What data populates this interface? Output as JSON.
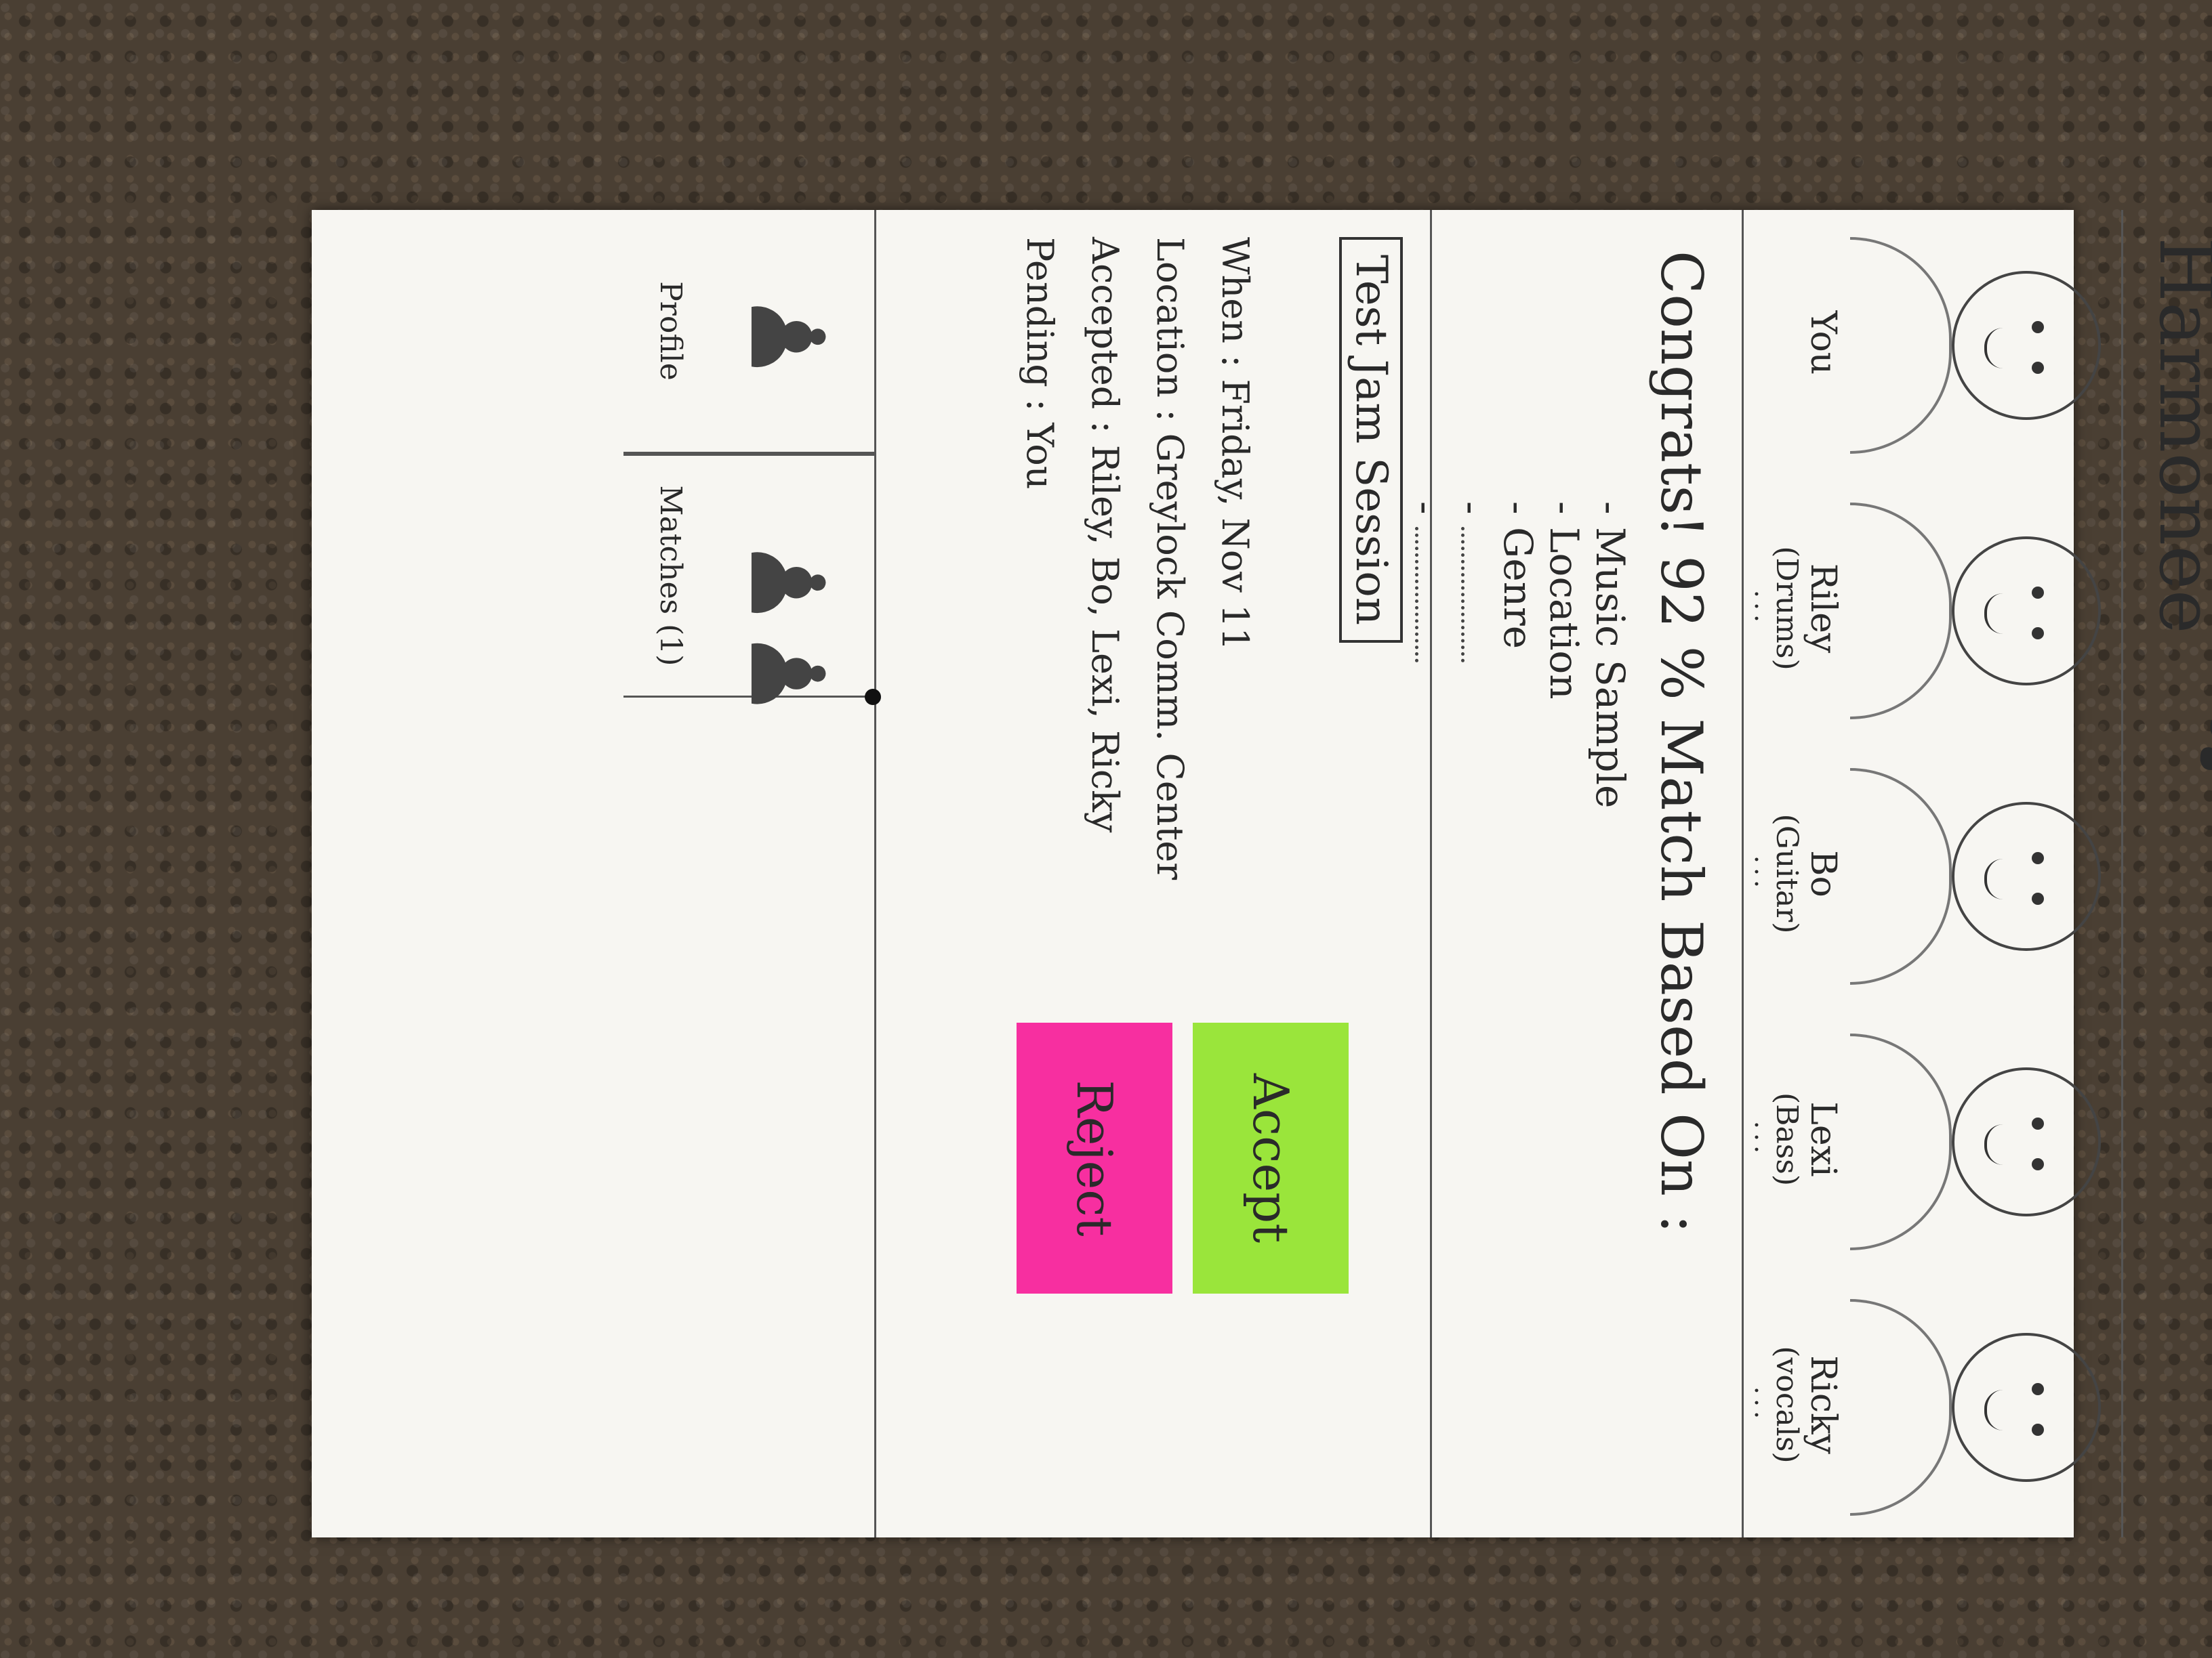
{
  "app": {
    "title": "Harmonee",
    "logo_icon": "music-notes-icon",
    "logo_glyph": "♫"
  },
  "members": [
    {
      "name": "You",
      "role": "",
      "more": ""
    },
    {
      "name": "Riley",
      "role": "(Drums)",
      "more": "..."
    },
    {
      "name": "Bo",
      "role": "(Guitar)",
      "more": "..."
    },
    {
      "name": "Lexi",
      "role": "(Bass)",
      "more": "..."
    },
    {
      "name": "Ricky",
      "role": "(vocals)",
      "more": "..."
    }
  ],
  "match": {
    "headline": "Congrats!  92 %  Match Based On :",
    "criteria": [
      "- Music Sample",
      "- Location",
      "- Genre",
      "-",
      "-"
    ]
  },
  "session": {
    "title": "Test Jam Session",
    "when": "When : Friday, Nov 11",
    "location": "Location : Greylock Comm. Center",
    "accepted": "Accepted : Riley, Bo, Lexi, Ricky",
    "pending": "Pending : You",
    "accept_label": "Accept",
    "reject_label": "Reject",
    "accept_color": "#9ae53b",
    "reject_color": "#f72fa0"
  },
  "nav": {
    "profile_label": "Profile",
    "profile_icon": "person-icon",
    "matches_label": "Matches (1)",
    "matches_icon": "group-icon"
  }
}
